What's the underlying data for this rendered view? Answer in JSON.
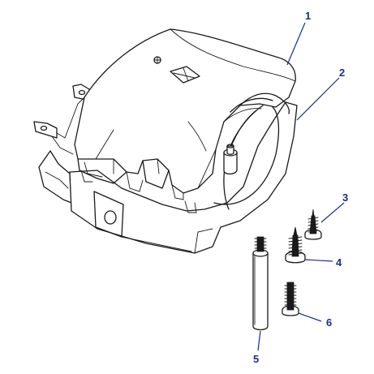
{
  "callouts": [
    {
      "id": "1",
      "label": "1"
    },
    {
      "id": "2",
      "label": "2"
    },
    {
      "id": "3",
      "label": "3"
    },
    {
      "id": "4",
      "label": "4"
    },
    {
      "id": "5",
      "label": "5"
    },
    {
      "id": "6",
      "label": "6"
    }
  ],
  "colors": {
    "line": "#1a1a1a",
    "callout": "#1a2f8f",
    "background": "#ffffff"
  }
}
